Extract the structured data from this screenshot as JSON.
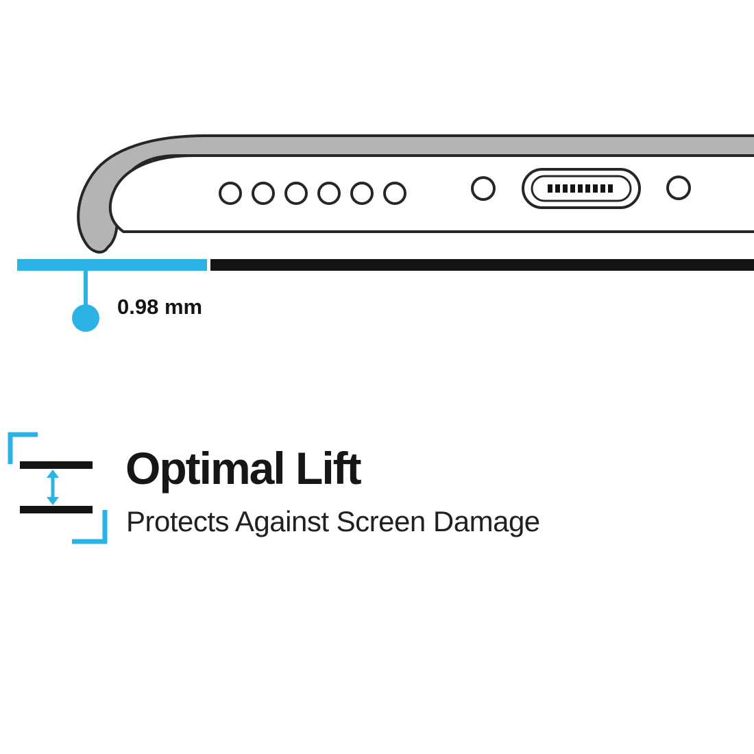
{
  "colors": {
    "accent": "#2bb3e6",
    "ink": "#141414",
    "case_gray": "#b4b4b4",
    "outline": "#262626"
  },
  "illustration": {
    "speaker_hole_count": 6,
    "screw_count": 2,
    "port": "charging-port"
  },
  "measurement": {
    "label": "0.98 mm"
  },
  "feature": {
    "title": "Optimal Lift",
    "subtitle": "Protects Against Screen Damage"
  }
}
